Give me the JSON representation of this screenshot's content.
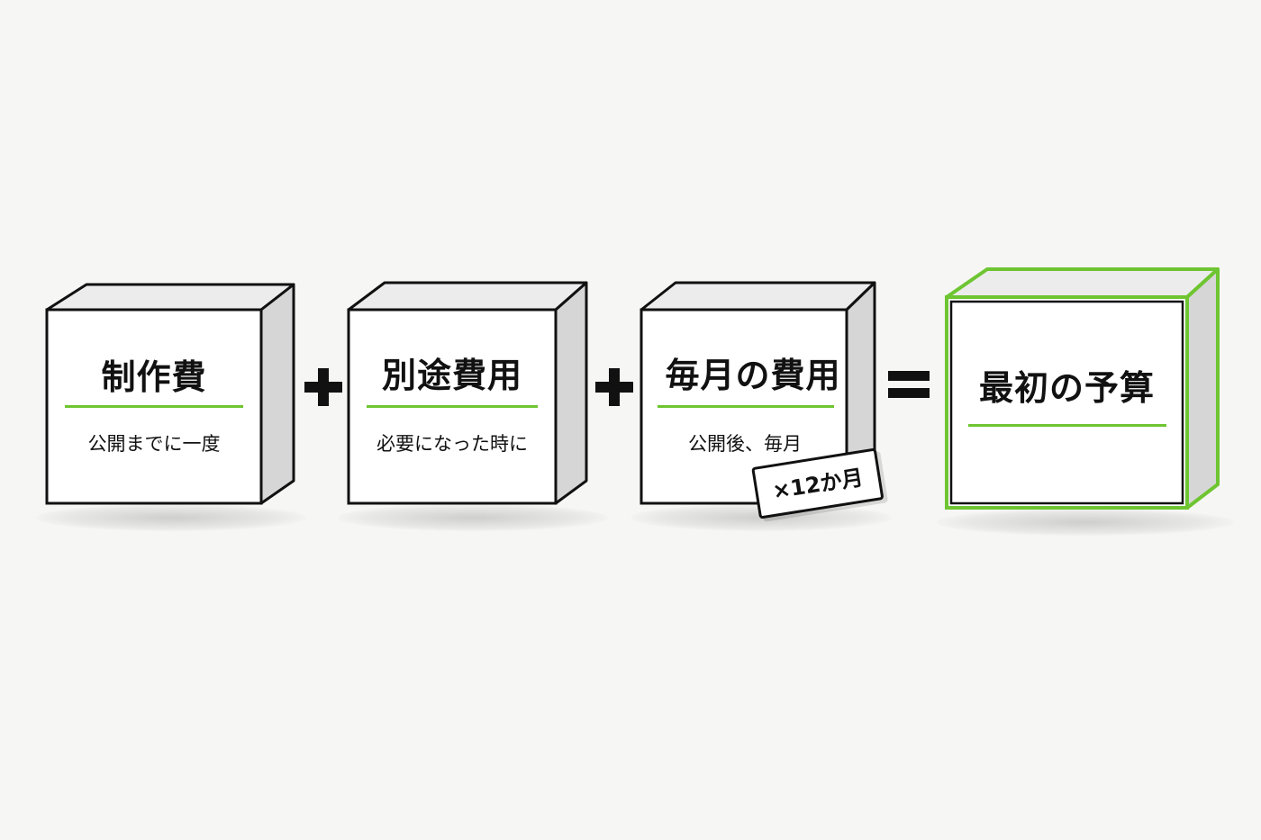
{
  "diagram": {
    "boxes": [
      {
        "title": "制作費",
        "subtitle": "公開までに一度",
        "highlight": false
      },
      {
        "title": "別途費用",
        "subtitle": "必要になった時に",
        "highlight": false
      },
      {
        "title": "毎月の費用",
        "subtitle": "公開後、毎月",
        "highlight": false,
        "badge": "×12か月"
      },
      {
        "title": "最初の予算",
        "subtitle": "",
        "highlight": true
      }
    ],
    "operators": [
      "+",
      "+",
      "="
    ],
    "colors": {
      "background": "#f6f6f4",
      "front_face": "#ffffff",
      "side_face": "#d6d6d6",
      "top_face": "#ececec",
      "outline": "#111111",
      "accent_green": "#6ec531"
    }
  }
}
